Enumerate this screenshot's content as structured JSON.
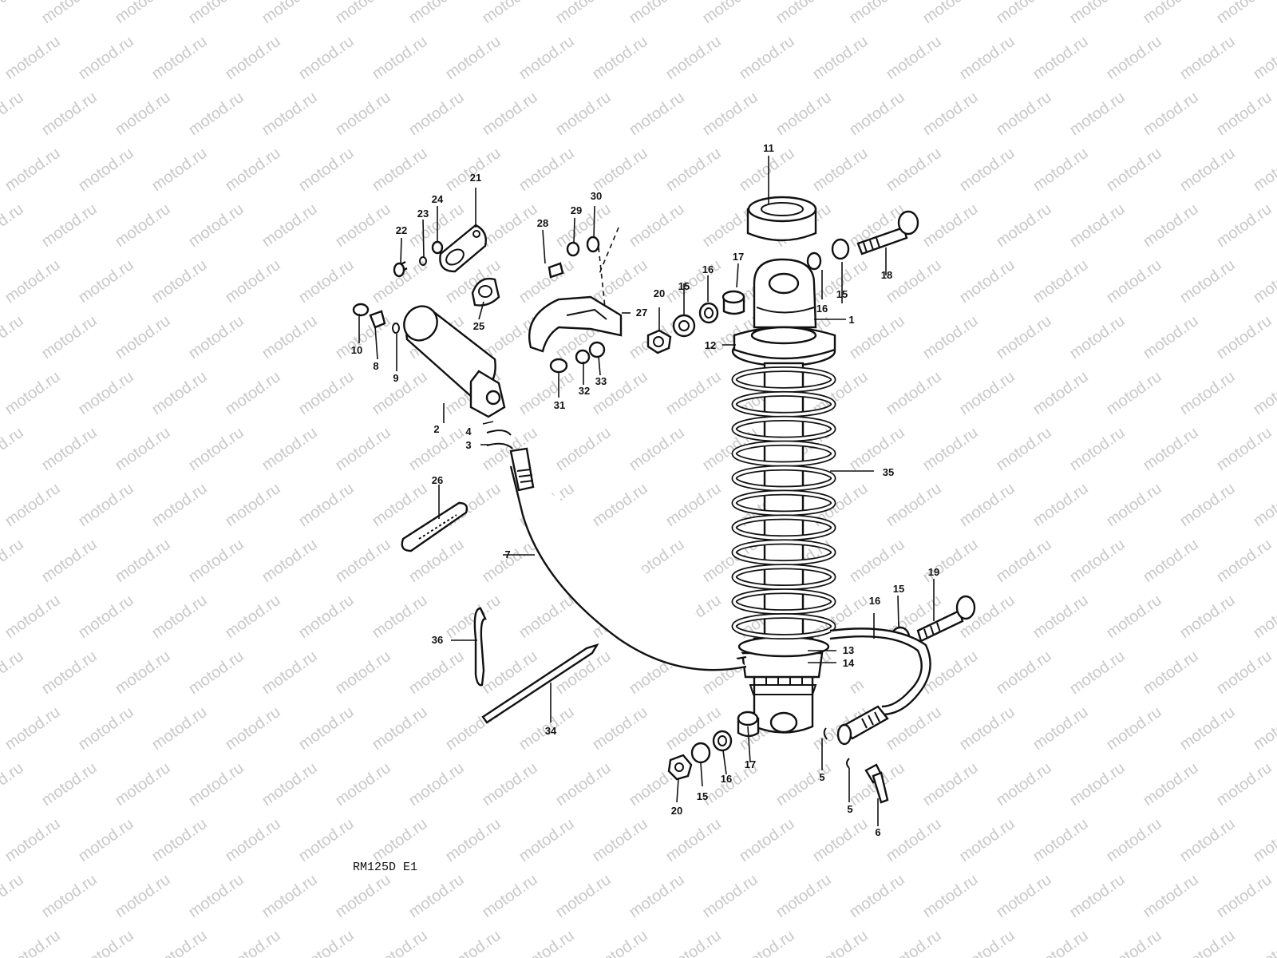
{
  "watermark": "motod.ru",
  "diagram_code": "RM125D E1",
  "part_numbers": {
    "p1": "1",
    "p2": "2",
    "p3": "3",
    "p4": "4",
    "p5a": "5",
    "p5b": "5",
    "p6": "6",
    "p7": "7",
    "p8": "8",
    "p9": "9",
    "p10": "10",
    "p11": "11",
    "p12": "12",
    "p13": "13",
    "p14": "14",
    "p15a": "15",
    "p15b": "15",
    "p15c": "15",
    "p15d": "15",
    "p16a": "16",
    "p16b": "16",
    "p16c": "16",
    "p16d": "16",
    "p17a": "17",
    "p17b": "17",
    "p18": "18",
    "p19": "19",
    "p20a": "20",
    "p20b": "20",
    "p21": "21",
    "p22": "22",
    "p23": "23",
    "p24": "24",
    "p25": "25",
    "p26": "26",
    "p27": "27",
    "p28": "28",
    "p29": "29",
    "p30": "30",
    "p31": "31",
    "p32": "32",
    "p33": "33",
    "p34": "34",
    "p35": "35",
    "p36": "36"
  }
}
